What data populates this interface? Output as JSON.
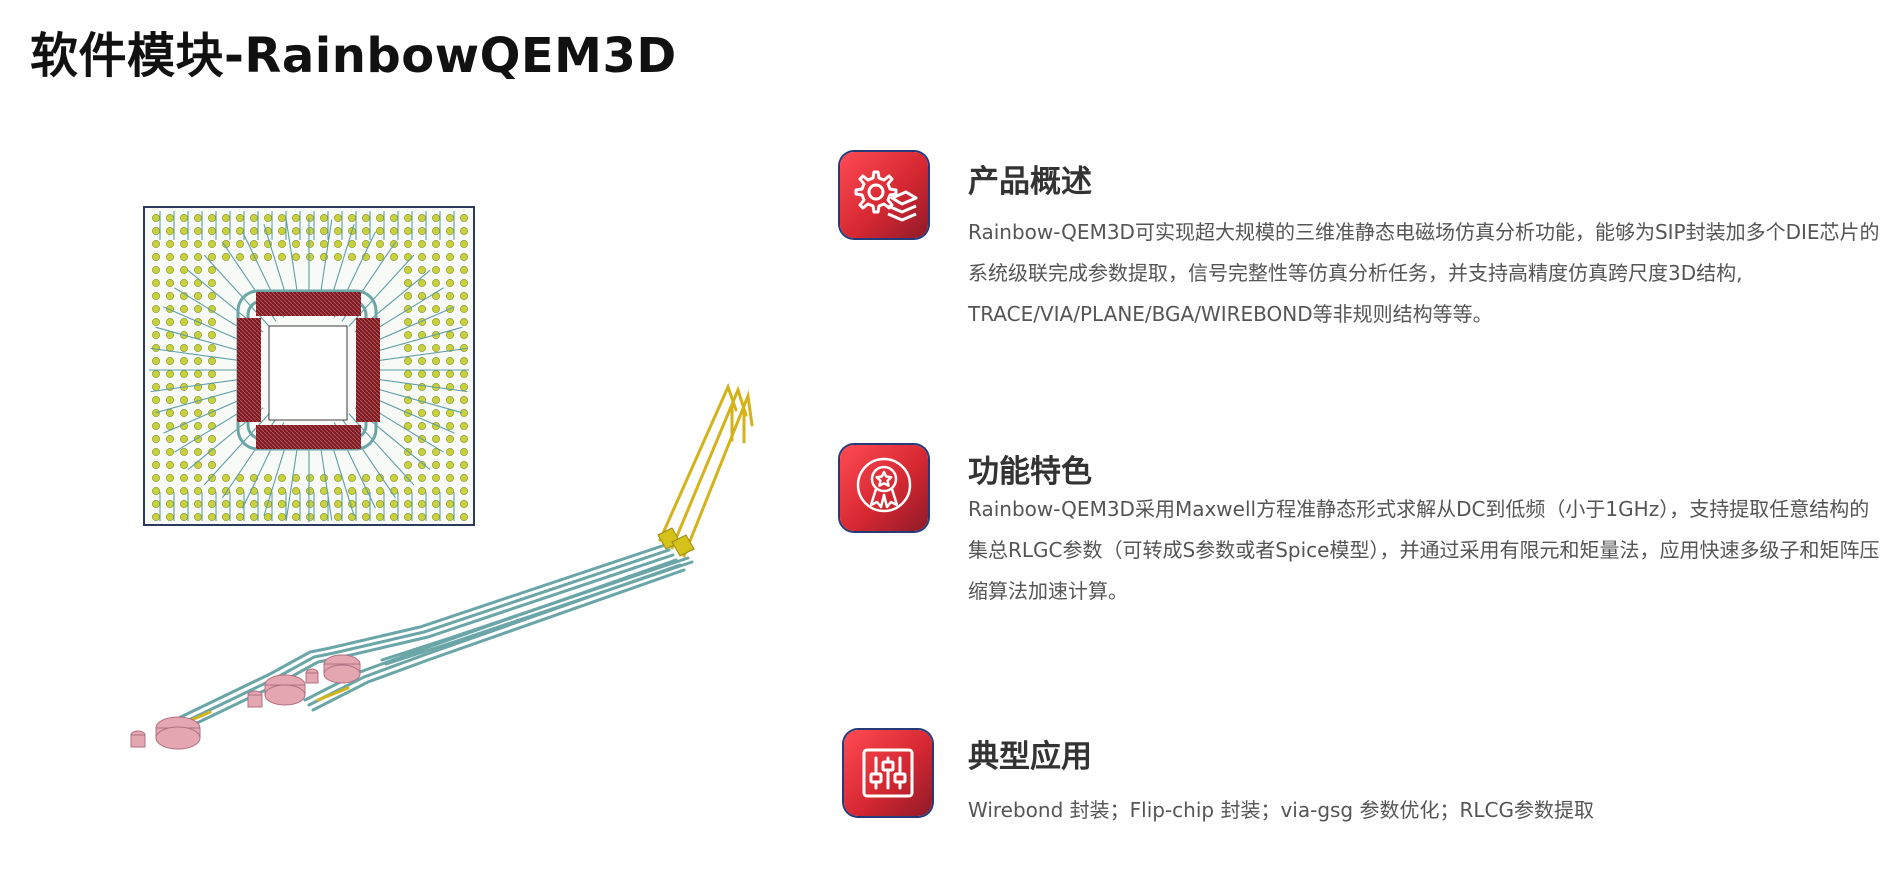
{
  "page": {
    "title": "软件模块-RainbowQEM3D"
  },
  "sections": [
    {
      "icon": "gear-layers-icon",
      "title": "产品概述",
      "body": "Rainbow-QEM3D可实现超大规模的三维准静态电磁场仿真分析功能，能够为SIP封装加多个DIE芯片的系统级联完成参数提取，信号完整性等仿真分析任务，并支持高精度仿真跨尺度3D结构, TRACE/VIA/PLANE/BGA/WIREBOND等非规则结构等等。"
    },
    {
      "icon": "award-medal-icon",
      "title": "功能特色",
      "body": "Rainbow-QEM3D采用Maxwell方程准静态形式求解从DC到低频（小于1GHz），支持提取任意结构的集总RLGC参数（可转成S参数或者Spice模型），并通过采用有限元和矩量法，应用快速多级子和矩阵压缩算法加速计算。"
    },
    {
      "icon": "sliders-icon",
      "title": "典型应用",
      "body": "Wirebond 封装；Flip-chip 封装；via-gsg 参数优化；RLCG参数提取"
    }
  ],
  "colors": {
    "icon_gradient_start": "#ff4a53",
    "icon_gradient_end": "#8f1a28",
    "icon_border": "#263a7a",
    "trace": "#6aa6a8",
    "via_pad": "#c9d23a",
    "die_pad": "#8a1a22",
    "wirebond": "#d4b21a",
    "solder_ball": "#e4a7b1"
  }
}
